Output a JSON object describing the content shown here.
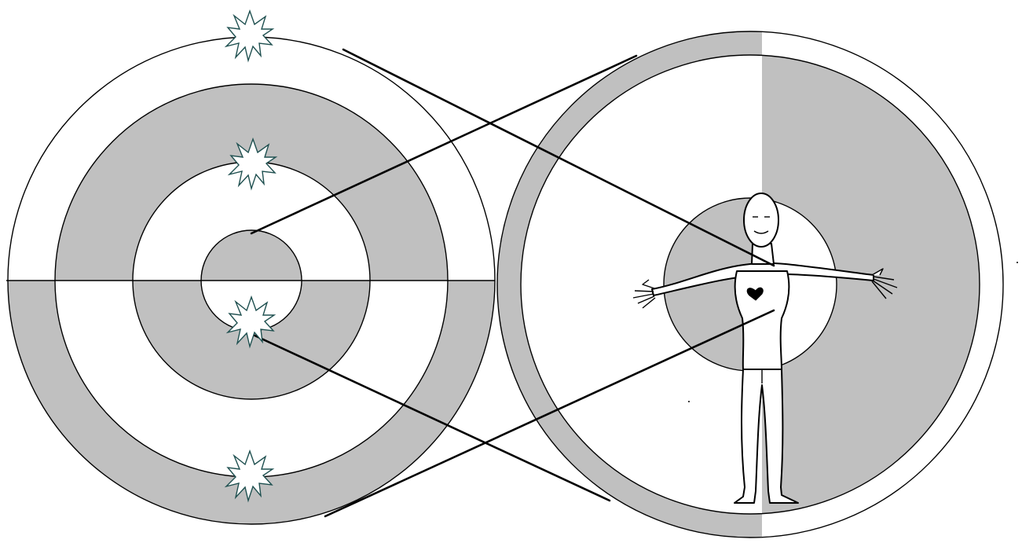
{
  "colors": {
    "background": "#ffffff",
    "stroke": "#000000",
    "shade": "#c0c0c0",
    "star_stroke": "#1f5050",
    "star_fill": "#ffffff"
  },
  "left_diagram": {
    "rings": 4,
    "horizontal_divider": true,
    "star_icons": [
      "starburst-icon",
      "starburst-icon",
      "starburst-icon",
      "starburst-icon"
    ]
  },
  "right_diagram": {
    "rings": 3,
    "vertical_divider": true,
    "figure_icon": "human-figure-icon",
    "heart_icon": "heart-icon"
  },
  "connector_lines": 4
}
